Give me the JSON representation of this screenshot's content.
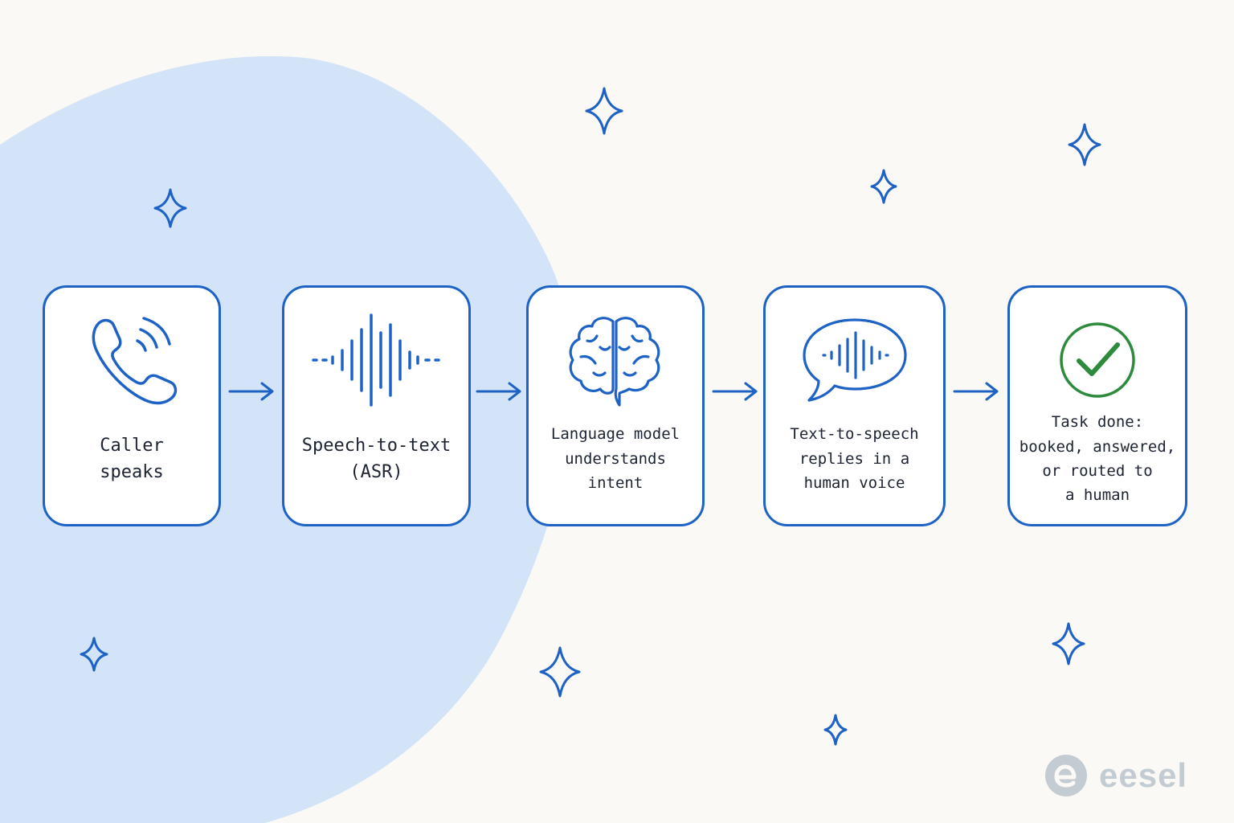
{
  "steps": [
    {
      "label": "Caller\nspeaks",
      "icon": "phone-icon"
    },
    {
      "label": "Speech-to-text\n(ASR)",
      "icon": "sound-wave-icon"
    },
    {
      "label": "Language model\nunderstands\nintent",
      "icon": "brain-icon"
    },
    {
      "label": "Text-to-speech\nreplies in a\nhuman voice",
      "icon": "speech-bubble-wave-icon"
    },
    {
      "label": "Task done:\nbooked, answered,\nor routed to\na human",
      "icon": "checkmark-circle-icon"
    }
  ],
  "brand": {
    "name": "eesel"
  },
  "colors": {
    "accent": "#1d62c4",
    "background": "#faf9f5",
    "blob": "#d3e3f8",
    "success": "#2e8b3e",
    "logo": "#c4ccd3"
  }
}
